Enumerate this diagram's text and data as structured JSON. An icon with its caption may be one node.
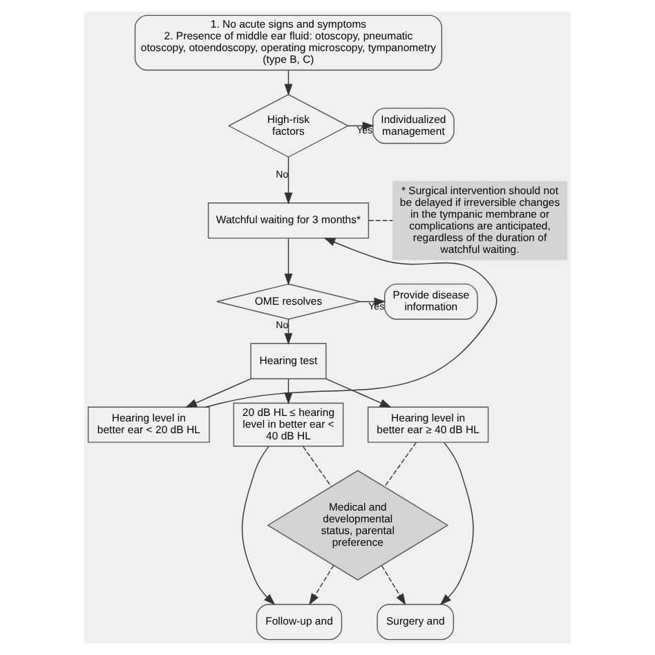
{
  "diagram": {
    "nodes": [
      {
        "text": [
          "1. No acute signs and symptoms",
          "2. Presence of middle ear fluid: otoscopy, pneumatic otoscopy, otoendoscopy, operating microscopy, tympanometry (type B, C)"
        ]
      },
      {
        "text": [
          "High-risk factors"
        ]
      },
      {
        "text": [
          "Individualized management"
        ]
      },
      {
        "text": [
          "Watchful waiting for 3 months*"
        ]
      },
      {
        "text": [
          "* Surgical intervention should not be delayed if irreversible changes in the tympanic membrane or complications are anticipated, regardless of the duration of watchful waiting."
        ]
      },
      {
        "text": [
          "OME resolves"
        ]
      },
      {
        "text": [
          "Provide disease information"
        ]
      },
      {
        "text": [
          "Hearing test"
        ]
      },
      {
        "text": [
          "Hearing level in better ear < 20 dB HL"
        ]
      },
      {
        "text": [
          "20 dB HL ≤ hearing level in better ear < 40 dB HL"
        ]
      },
      {
        "text": [
          "Hearing level in better ear ≥ 40 dB HL"
        ]
      },
      {
        "text": [
          "Medical and developmental status, parental preference"
        ]
      },
      {
        "text": [
          "Follow-up and"
        ]
      },
      {
        "text": [
          "Surgery and"
        ]
      }
    ],
    "edges": [
      {
        "from": 0,
        "to": 1,
        "arrow": "to"
      },
      {
        "from": 1,
        "to": 2,
        "arrow": "to",
        "label": "Yes"
      },
      {
        "from": 1,
        "to": 3,
        "arrow": "to",
        "label": "No"
      },
      {
        "from": 3,
        "to": 4,
        "arrow": "none",
        "style": "dashed"
      },
      {
        "from": 3,
        "to": 5,
        "arrow": "to"
      },
      {
        "from": 5,
        "to": 6,
        "arrow": "to",
        "label": "Yes"
      },
      {
        "from": 5,
        "to": 7,
        "arrow": "to",
        "label": "No"
      },
      {
        "from": 7,
        "to": 8,
        "arrow": "to"
      },
      {
        "from": 7,
        "to": 9,
        "arrow": "to"
      },
      {
        "from": 7,
        "to": 10,
        "arrow": "to"
      },
      {
        "from": 8,
        "to": 3,
        "arrow": "to"
      },
      {
        "from": 9,
        "to": 12,
        "arrow": "to"
      },
      {
        "from": 10,
        "to": 13,
        "arrow": "to"
      },
      {
        "from": 9,
        "to": 11,
        "arrow": "none",
        "style": "dashed"
      },
      {
        "from": 10,
        "to": 11,
        "arrow": "none",
        "style": "dashed"
      },
      {
        "from": 11,
        "to": 12,
        "arrow": "to",
        "style": "dashed"
      },
      {
        "from": 11,
        "to": 13,
        "arrow": "to",
        "style": "dashed"
      }
    ]
  }
}
